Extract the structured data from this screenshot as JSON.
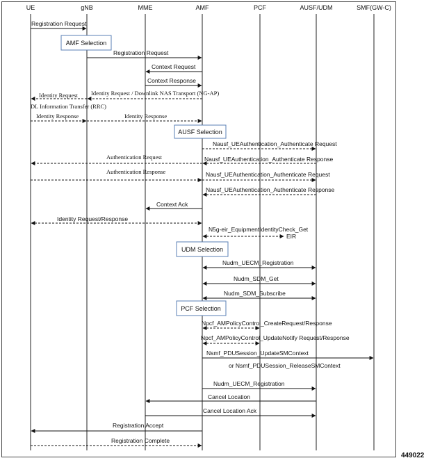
{
  "figure_id": "449022",
  "lifelines": [
    {
      "id": "ue",
      "label": "UE"
    },
    {
      "id": "gnb",
      "label": "gNB"
    },
    {
      "id": "mme",
      "label": "MME"
    },
    {
      "id": "amf",
      "label": "AMF"
    },
    {
      "id": "pcf",
      "label": "PCF"
    },
    {
      "id": "ausf",
      "label": "AUSF/UDM"
    },
    {
      "id": "smf",
      "label": "SMF(GW-C)"
    }
  ],
  "boxes": [
    {
      "label": "AMF Selection"
    },
    {
      "label": "AUSF Selection"
    },
    {
      "label": "UDM Selection"
    },
    {
      "label": "PCF Selection"
    }
  ],
  "messages": [
    {
      "label": "Registration Request"
    },
    {
      "label": "Registration Request"
    },
    {
      "label": "Context Request"
    },
    {
      "label": "Context Response"
    },
    {
      "label": "Identity Request / Downlink NAS Transport (NG-AP)"
    },
    {
      "label": "Identity Request"
    },
    {
      "label": "DL Information Transfer (RRC)"
    },
    {
      "label": "Identity Response"
    },
    {
      "label": "Identity Response"
    },
    {
      "label": "Nausf_UEAuthentication_Authenticate Request"
    },
    {
      "label": "Authentication Request"
    },
    {
      "label": "Nausf_UEAuthentication_Authenticate Response"
    },
    {
      "label": "Authentication Response"
    },
    {
      "label": "Nausf_UEAuthentication_Authenticate Request"
    },
    {
      "label": "Nausf_UEAuthentication_Authenticate Response"
    },
    {
      "label": "Context Ack"
    },
    {
      "label": "Identity Request/Response"
    },
    {
      "label": "N5g-eir_EquipmentIdentityCheck_Get"
    },
    {
      "label": "EIR"
    },
    {
      "label": "Nudm_UECM_Registration"
    },
    {
      "label": "Nudm_SDM_Get"
    },
    {
      "label": "Nudm_SDM_Subscribe"
    },
    {
      "label": "Npcf_AMPolicyControl_CreateRequest/Response"
    },
    {
      "label": "Npcf_AMPolicyControl_UpdateNotify Request/Response"
    },
    {
      "label": "Nsmf_PDUSession_UpdateSMContext"
    },
    {
      "label": "or Nsmf_PDUSession_ReleaseSMContext"
    },
    {
      "label": "Nudm_UECM_Registration"
    },
    {
      "label": "Cancel Location"
    },
    {
      "label": "Cancel Location Ack"
    },
    {
      "label": "Registration Accept"
    },
    {
      "label": "Registration Complete"
    }
  ]
}
